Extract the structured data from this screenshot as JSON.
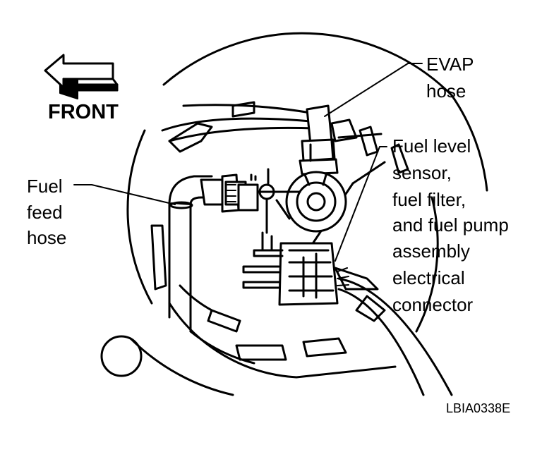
{
  "figure": {
    "front_label": "FRONT",
    "callouts": {
      "evap_hose": [
        "EVAP",
        "hose"
      ],
      "fuel_feed_hose": [
        "Fuel",
        "feed",
        "hose"
      ],
      "fuel_level_sensor_connector": [
        "Fuel level",
        "sensor,",
        "fuel filter,",
        "and fuel pump",
        "assembly",
        "electrical",
        "connector"
      ]
    },
    "figure_code": "LBIA0338E"
  },
  "colors": {
    "line": "#000000",
    "background": "#ffffff"
  },
  "icons": [
    "front-arrow-icon"
  ]
}
